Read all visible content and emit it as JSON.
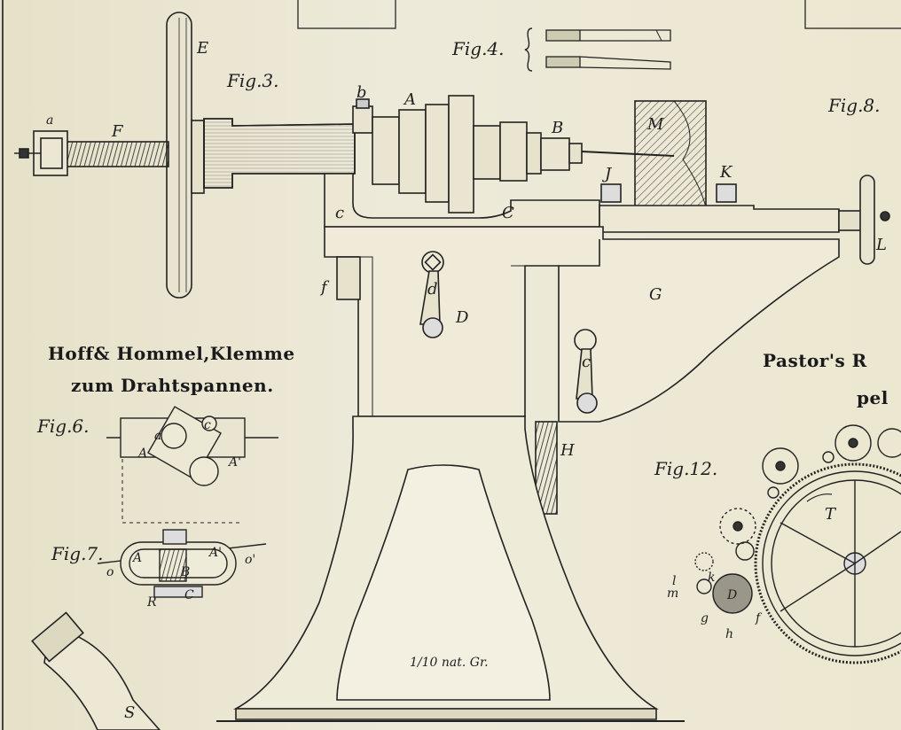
{
  "figures": {
    "fig3": "Fig.3.",
    "fig4": "Fig.4.",
    "fig6": "Fig.6.",
    "fig7": "Fig.7.",
    "fig8": "Fig.8.",
    "fig12": "Fig.12."
  },
  "captions": {
    "hoff_line1": "Hoff& Hommel,Klemme",
    "hoff_line2": "zum Drahtspannen.",
    "pastor_line1": "Pastor's R",
    "pastor_line2": "pel",
    "scale": "1/10 nat. Gr."
  },
  "labels": {
    "E": "E",
    "F": "F",
    "a": "a",
    "b": "b",
    "A": "A",
    "B": "B",
    "M": "M",
    "J": "J",
    "K": "K",
    "L": "L",
    "c1": "c",
    "C": "C",
    "f": "f",
    "d": "d",
    "D": "D",
    "G": "G",
    "c2": "c",
    "H": "H",
    "T": "T",
    "S": "S",
    "fig6_A": "A",
    "fig6_Aprime": "A'",
    "fig6_c": "c",
    "fig6_a": "a",
    "fig7_A": "A",
    "fig7_Aprime": "A'",
    "fig7_o": "o",
    "fig7_oprime": "o'",
    "fig7_B": "B",
    "fig7_R": "R",
    "fig7_C": "C",
    "fig12_D": "D",
    "fig12_l": "l",
    "fig12_m": "m",
    "fig12_k": "k",
    "fig12_g": "g",
    "fig12_h": "h",
    "fig12_f": "f"
  },
  "colors": {
    "paper": "#ece8d2",
    "ink": "#1f1f1f"
  }
}
